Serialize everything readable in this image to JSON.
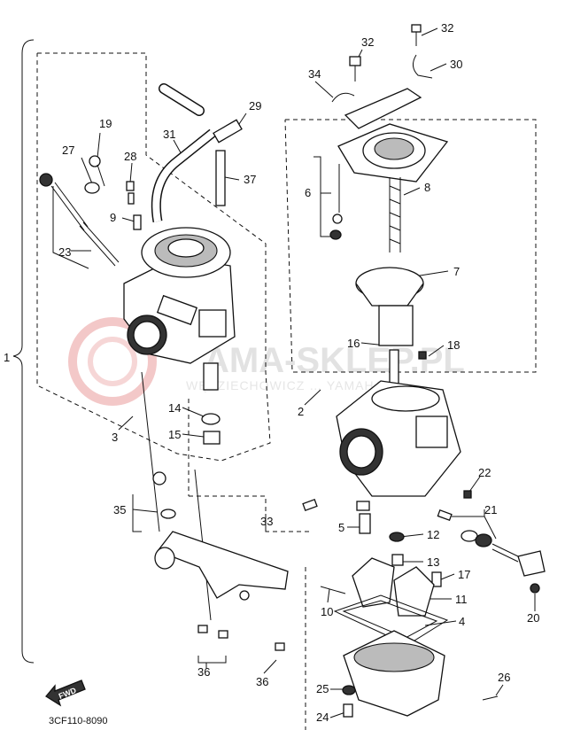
{
  "diagram": {
    "reference_code": "3CF110-8090",
    "fwd_label": "FWD",
    "watermark": {
      "main": "AMA-SKLEP.PL",
      "sub": "WĘDZIECHOWICZ … YAMAHA"
    },
    "callouts": {
      "c1": "1",
      "c2": "2",
      "c3": "3",
      "c4": "4",
      "c5": "5",
      "c6": "6",
      "c7": "7",
      "c8": "8",
      "c9": "9",
      "c10": "10",
      "c11": "11",
      "c12": "12",
      "c13": "13",
      "c14": "14",
      "c15": "15",
      "c16": "16",
      "c17": "17",
      "c18": "18",
      "c19": "19",
      "c20": "20",
      "c21": "21",
      "c22": "22",
      "c23": "23",
      "c24": "24",
      "c25": "25",
      "c26": "26",
      "c27": "27",
      "c28": "28",
      "c29": "29",
      "c30": "30",
      "c31": "31",
      "c32a": "32",
      "c32b": "32",
      "c33": "33",
      "c34": "34",
      "c35": "35",
      "c36a": "36",
      "c36b": "36",
      "c37": "37"
    }
  }
}
